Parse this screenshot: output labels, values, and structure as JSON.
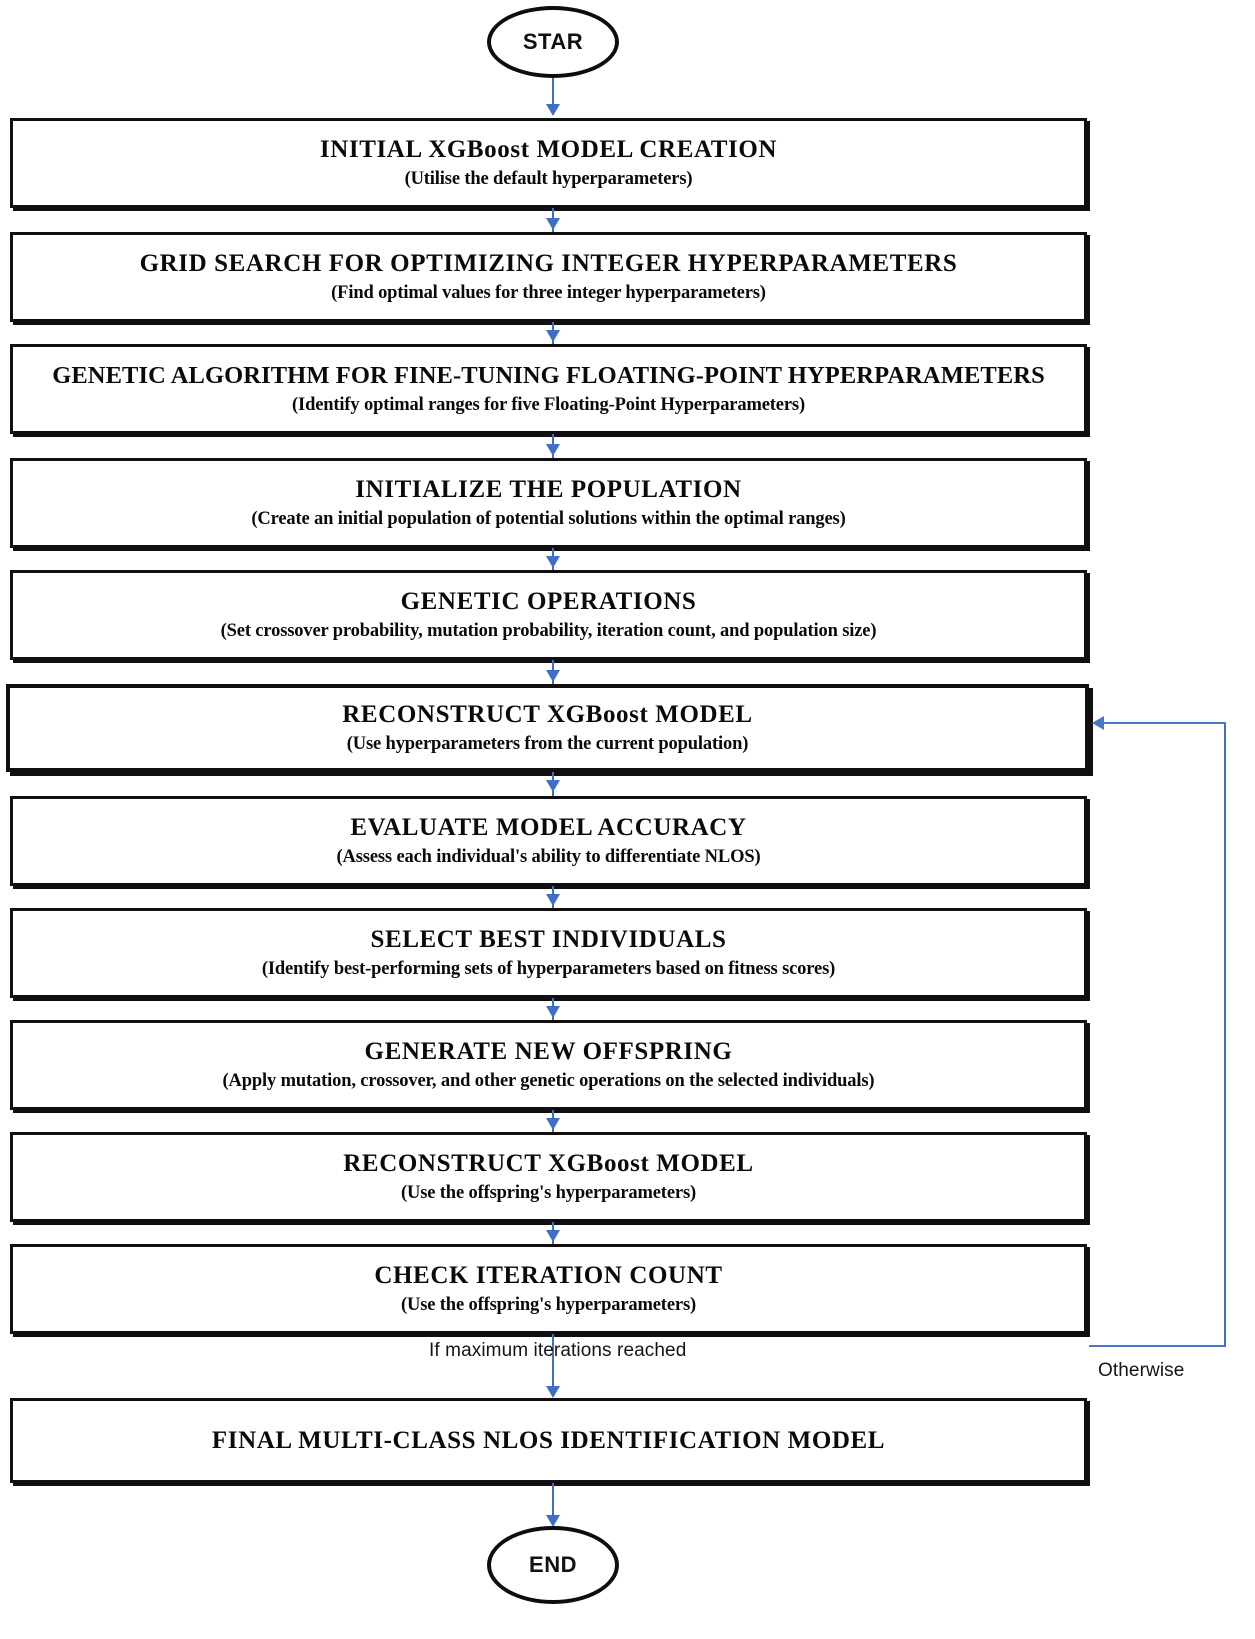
{
  "diagram": {
    "title": "XGBoost hyperparameter optimization flowchart",
    "colors": {
      "node_border": "#101010",
      "arrow": "#3f6fc4",
      "background": "#ffffff",
      "text": "#0a0a0a"
    },
    "start_node": {
      "label": "STAR"
    },
    "end_node": {
      "label": "END"
    },
    "steps": [
      {
        "id": "initial-model",
        "title": "INITIAL XGBoost MODEL CREATION",
        "subtitle": "(Utilise the default hyperparameters)"
      },
      {
        "id": "grid-search",
        "title": "GRID SEARCH FOR OPTIMIZING INTEGER HYPERPARAMETERS",
        "subtitle": "(Find optimal values for three integer hyperparameters)"
      },
      {
        "id": "genetic-algorithm",
        "title": "GENETIC ALGORITHM FOR FINE-TUNING FLOATING-POINT HYPERPARAMETERS",
        "subtitle": "(Identify optimal ranges for five Floating-Point Hyperparameters)"
      },
      {
        "id": "initialize-population",
        "title": "INITIALIZE  THE POPULATION",
        "subtitle": "(Create an initial population of potential solutions within the optimal ranges)"
      },
      {
        "id": "genetic-operations",
        "title": "GENETIC OPERATIONS",
        "subtitle": "(Set crossover probability, mutation probability, iteration count, and population size)"
      },
      {
        "id": "reconstruct-model-1",
        "title": "RECONSTRUCT XGBoost MODEL",
        "subtitle": "(Use hyperparameters from the current population)"
      },
      {
        "id": "evaluate-accuracy",
        "title": "EVALUATE  MODEL ACCURACY",
        "subtitle": "(Assess each individual's ability to differentiate NLOS)"
      },
      {
        "id": "select-best",
        "title": "SELECT BEST INDIVIDUALS",
        "subtitle": "(Identify best-performing sets of hyperparameters based on fitness scores)"
      },
      {
        "id": "generate-offspring",
        "title": "GENERATE NEW OFFSPRING",
        "subtitle": "(Apply mutation, crossover, and other genetic operations on the selected individuals)"
      },
      {
        "id": "reconstruct-model-2",
        "title": "RECONSTRUCT XGBoost MODEL",
        "subtitle": "(Use the offspring's hyperparameters)"
      },
      {
        "id": "check-iteration",
        "title": "CHECK ITERATION COUNT",
        "subtitle": "(Use the offspring's hyperparameters)"
      },
      {
        "id": "final-model",
        "title": "FINAL MULTI-CLASS NLOS IDENTIFICATION  MODEL",
        "subtitle": ""
      }
    ],
    "edge_labels": {
      "otherwise": "Otherwise",
      "max_iterations": "If maximum iterations reached"
    }
  }
}
